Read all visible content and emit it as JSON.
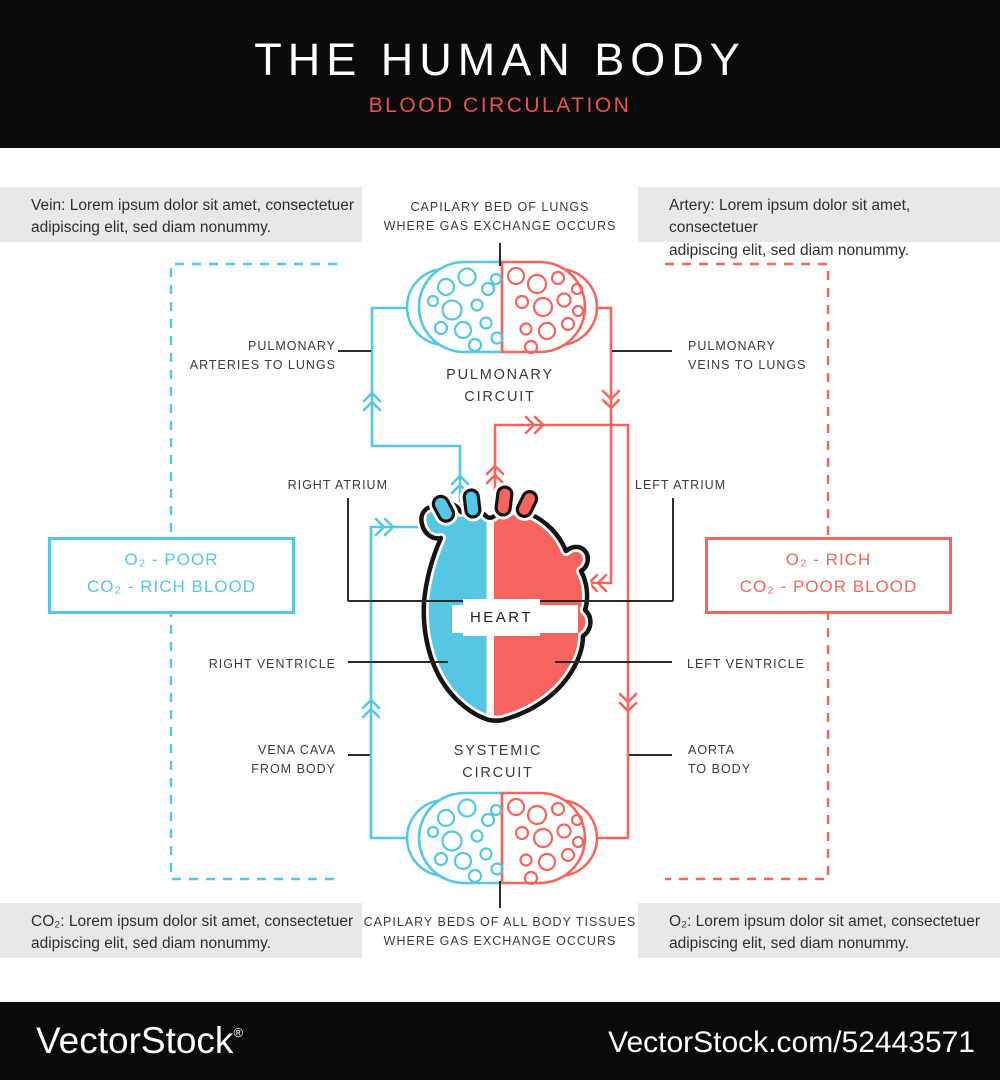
{
  "colors": {
    "blue": "#55c6e3",
    "red": "#f5655e",
    "accent": "#e8534e",
    "ink": "#3b3b3b",
    "boxbg": "#e8e8e8"
  },
  "header": {
    "title": "THE HUMAN BODY",
    "subtitle": "BLOOD CIRCULATION"
  },
  "info_boxes": {
    "vein": "Vein: Lorem ipsum dolor sit amet, consectetuer\nadipiscing elit, sed diam nonummy.",
    "artery": "Artery: Lorem ipsum dolor sit amet, consectetuer\nadipiscing elit, sed diam nonummy.",
    "co2": "CO₂: Lorem ipsum dolor sit amet, consectetuer\nadipiscing elit, sed diam nonummy.",
    "o2": "O₂: Lorem ipsum dolor sit amet, consectetuer\nadipiscing elit, sed diam nonummy."
  },
  "labels": {
    "capillary_lungs": "CAPILARY BED OF LUNGS\nWHERE GAS EXCHANGE OCCURS",
    "pulmonary_circuit": "PULMONARY\nCIRCUIT",
    "pulmonary_arteries": "PULMONARY\nARTERIES TO LUNGS",
    "pulmonary_veins": "PULMONARY\nVEINS TO LUNGS",
    "right_atrium": "RIGHT ATRIUM",
    "left_atrium": "LEFT ATRIUM",
    "right_ventricle": "RIGHT VENTRICLE",
    "left_ventricle": "LEFT VENTRICLE",
    "vena_cava": "VENA CAVA\nFROM BODY",
    "aorta": "AORTA\nTO BODY",
    "systemic_circuit": "SYSTEMIC\nCIRCUIT",
    "heart": "HEART",
    "capillary_body": "CAPILARY BEDS OF ALL BODY TISSUES\nWHERE GAS EXCHANGE OCCURS",
    "o2_poor_box": "O₂ - POOR\nCO₂ - RICH BLOOD",
    "o2_rich_box": "O₂ - RICH\nCO₂ - POOR BLOOD"
  },
  "footer": {
    "brand": "VectorStock",
    "registered": "®",
    "url": "VectorStock.com/52443571"
  }
}
